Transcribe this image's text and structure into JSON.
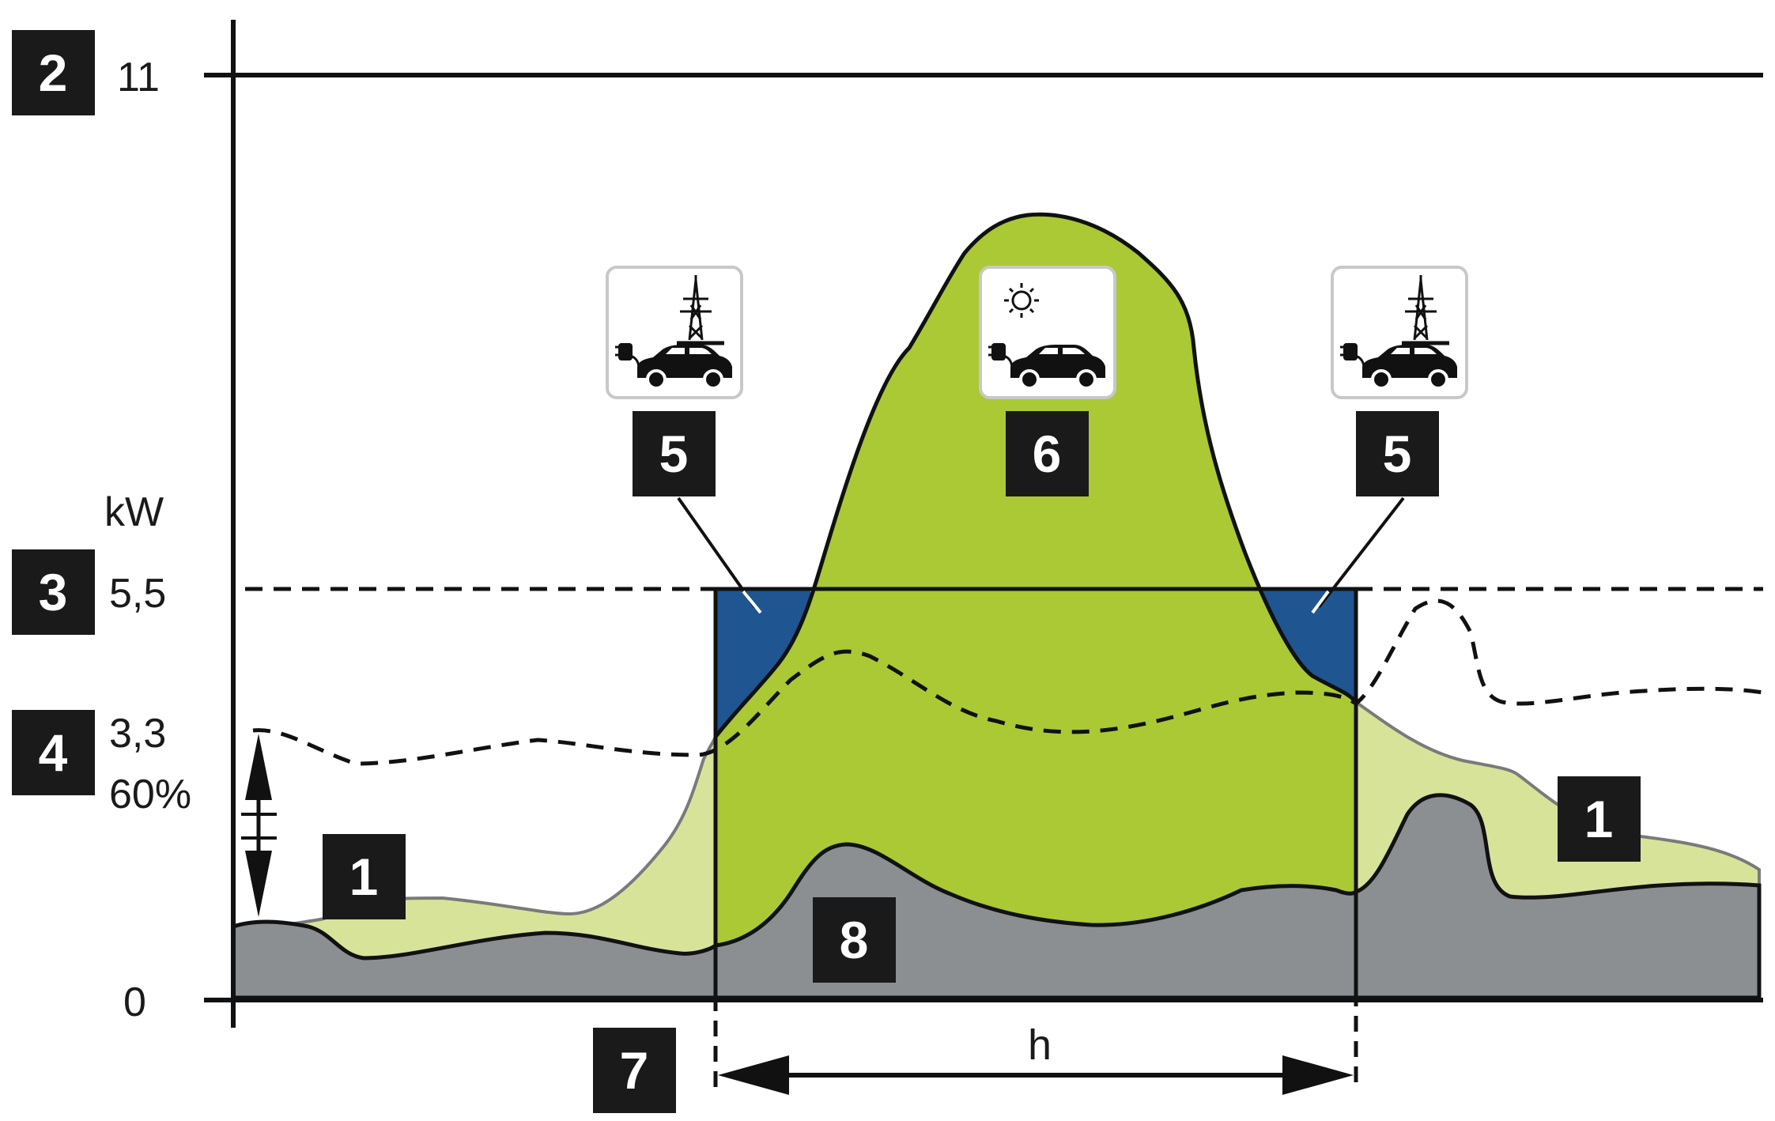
{
  "axis": {
    "unit": "kW",
    "tick_11": "11",
    "tick_5_5": "5,5",
    "tick_3_3": "3,3",
    "tick_60pct": "60%",
    "tick_0": "0",
    "time_unit": "h"
  },
  "badges": {
    "b1_left": "1",
    "b1_right": "1",
    "b2": "2",
    "b3": "3",
    "b4": "4",
    "b5_left": "5",
    "b5_right": "5",
    "b6": "6",
    "b7": "7",
    "b8": "8"
  },
  "icons": {
    "left": "grid-pylon-car-charging-icon",
    "center": "sun-car-charging-icon",
    "right": "grid-pylon-car-charging-icon"
  },
  "colors": {
    "pv_green": "#aac934",
    "pv_light_green": "#d8e39a",
    "house_grey": "#8c8f91",
    "grid_blue": "#1f5591",
    "badge_black": "#1a1a1a"
  }
}
